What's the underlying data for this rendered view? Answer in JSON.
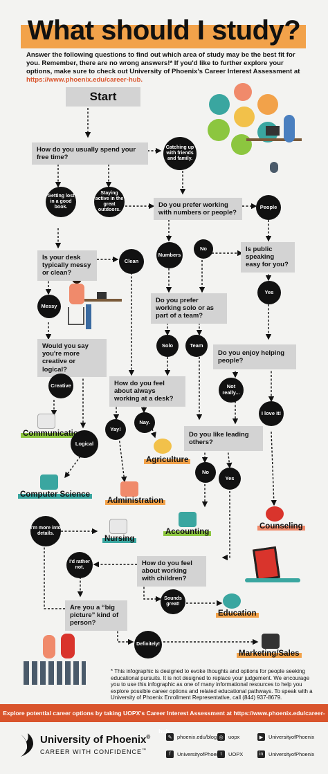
{
  "title": "What should I study?",
  "intro": {
    "text": "Answer the following questions to find out which area of study may be the best fit for you. Remember, there are no wrong answers!* If you'd like to further explore your options, make sure to check out University of Phoenix's Career Interest Assessment at",
    "link": "https://www.phoenix.edu/career-hub."
  },
  "start": "Start",
  "questions": {
    "free_time": "How do you usually spend your free time?",
    "numbers_people": "Do you prefer working with numbers or people?",
    "desk": "Is your desk typically messy or clean?",
    "public_speaking": "Is public speaking easy for you?",
    "solo_team": "Do you prefer working solo or as part of a team?",
    "creative_logical": "Would you say you're more creative or logical?",
    "helping": "Do you enjoy helping people?",
    "desk_work": "How do you feel about always working at a desk?",
    "leading": "Do you like leading others?",
    "children": "How do you feel about working with children?",
    "big_picture": "Are you a “big picture” kind of person?"
  },
  "answers": {
    "friends": "Catching up with friends and family.",
    "lost_book": "Getting lost in a good book.",
    "outdoors": "Staying active in the great outdoors.",
    "people": "People",
    "numbers": "Numbers",
    "no_speaking": "No",
    "clean": "Clean",
    "messy": "Messy",
    "yes_speaking": "Yes",
    "solo": "Solo",
    "team": "Team",
    "creative": "Creative",
    "not_really": "Not really...",
    "love_it": "I love it!",
    "yay": "Yay!",
    "nay": "Nay.",
    "logical": "Logical",
    "no_lead": "No",
    "yes_lead": "Yes",
    "details": "I'm more into details.",
    "rather_not": "I'd rather not.",
    "sounds_great": "Sounds great!",
    "definitely": "Definitely!"
  },
  "fields": {
    "communications": "Communications",
    "agriculture": "Agriculture",
    "computer_science": "Computer Science",
    "administration": "Administration",
    "accounting": "Accounting",
    "counseling": "Counseling",
    "nursing": "Nursing",
    "education": "Education",
    "marketing": "Marketing/Sales"
  },
  "colors": {
    "accent_orange": "#f2a24a",
    "footer_red": "#d9542c",
    "green": "#8cc63f",
    "coral": "#f08a6b",
    "teal": "#3aa6a0",
    "answer_black": "#111111",
    "question_gray": "#d3d3d3"
  },
  "disclaimer": "* This infographic is designed to evoke thoughts and options for people seeking educational pursuits. It is not designed to replace your judgement. We encourage you to use this infographic as one of many informational resources to help you explore possible career options and related educational pathways. To speak with a University of Phoenix Enrollment Representative, call (844) 937-8679.",
  "footer_bar": "Explore potential career options by taking UOPX's Career Interest Assessment at https://www.phoenix.edu/career-hub",
  "brand": {
    "name": "University of Phoenix",
    "reg": "®",
    "tagline": "CAREER WITH CONFIDENCE",
    "tm": "™"
  },
  "social": [
    {
      "icon": "blog-icon",
      "label": "phoenix.edu/blog"
    },
    {
      "icon": "instagram-icon",
      "label": "uopx"
    },
    {
      "icon": "youtube-icon",
      "label": "UniversityofPhoenix"
    },
    {
      "icon": "facebook-icon",
      "label": "UniversityofPhoenix"
    },
    {
      "icon": "twitter-icon",
      "label": "UOPX"
    },
    {
      "icon": "linkedin-icon",
      "label": "UniversityofPhoenix"
    }
  ]
}
